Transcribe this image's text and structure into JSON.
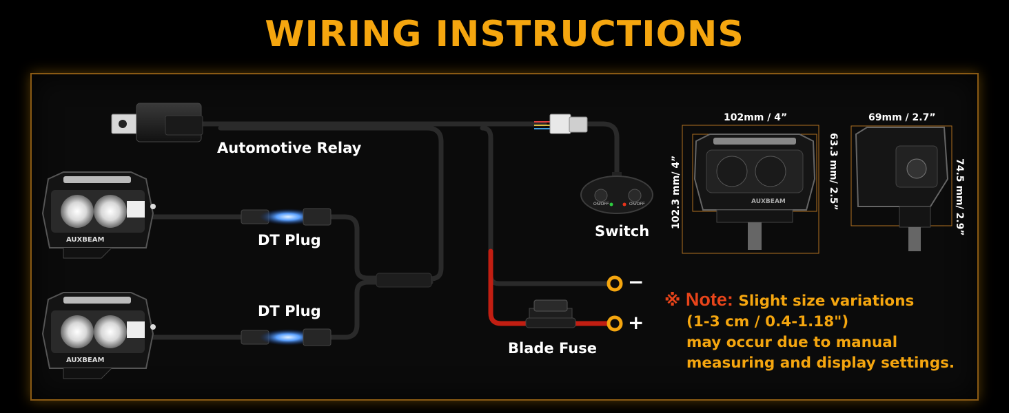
{
  "title": "WIRING INSTRUCTIONS",
  "labels": {
    "relay": "Automotive Relay",
    "dt_plug_top": "DT Plug",
    "dt_plug_bottom": "DT Plug",
    "switch": "Switch",
    "fuse": "Blade Fuse",
    "negative": "−",
    "positive": "+"
  },
  "switch_buttons": {
    "left": "ON/OFF",
    "right": "ON/OFF"
  },
  "brand": "AUXBEAM",
  "dimensions": {
    "front_width": "102mm / 4”",
    "front_height_outer": "102.3 mm/ 4”",
    "front_height_inner": "63.3 mm/ 2.5”",
    "side_width": "69mm / 2.7”",
    "side_height": "74.5 mm/ 2.9”"
  },
  "note": {
    "mark": "※",
    "label": "Note:",
    "line1": "Slight size variations",
    "line2": "(1-3 cm / 0.4-1.18\")",
    "line3": "may occur due to manual",
    "line4": "measuring and display settings."
  },
  "colors": {
    "accent": "#f5a60f",
    "note_red": "#e8441a",
    "positive_wire": "#e0291b",
    "terminal": "#f5a60f",
    "dt_plug_glow": "#2f7bff"
  },
  "icons": [
    "relay-icon",
    "switch-panel-icon",
    "blade-fuse-icon",
    "dt-plug-icon",
    "light-pod-icon",
    "terminal-ring-icon"
  ]
}
